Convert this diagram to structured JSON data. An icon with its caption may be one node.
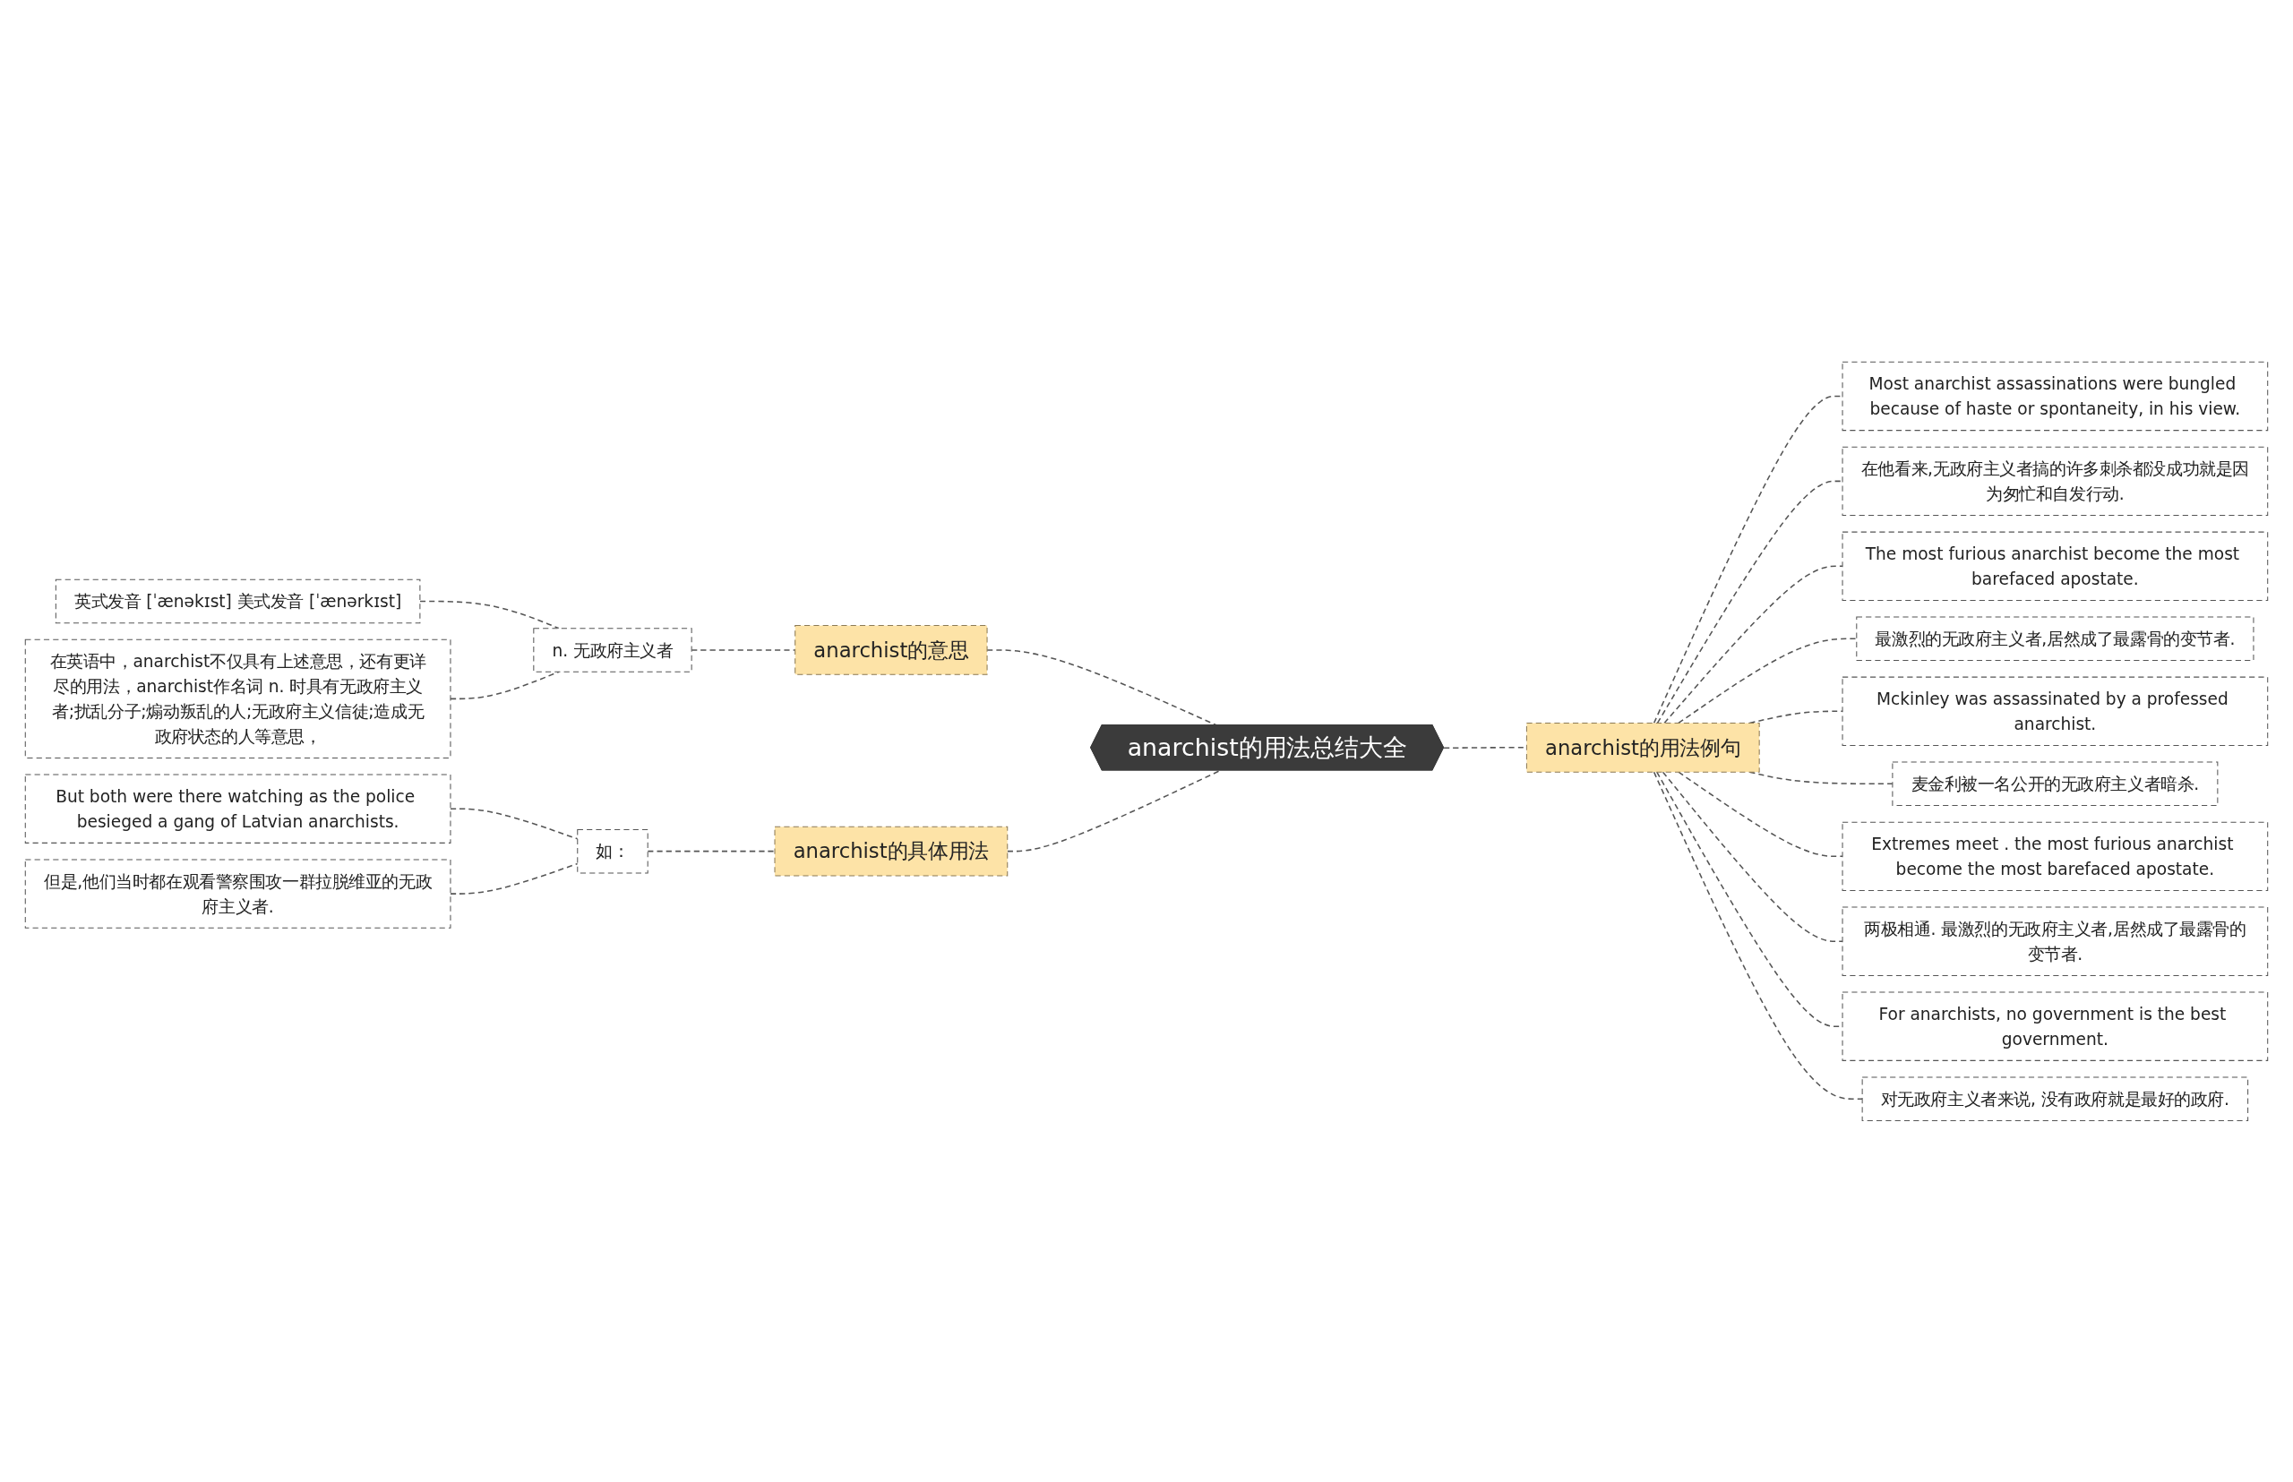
{
  "diagram": {
    "nodes": [
      {
        "text": [
          "anarchist的用法总结大全"
        ]
      },
      {
        "text": [
          "anarchist的意思"
        ]
      },
      {
        "text": [
          "n. 无政府主义者"
        ]
      },
      {
        "text": [
          "英式发音 [ˈænəkɪst] 美式发音 [ˈænərkɪst]"
        ]
      },
      {
        "text": [
          "在英语中，anarchist不仅具有上述意思，还有更详尽的用法，anarchist作名词 n. 时具有无政府主义者;扰乱分子;煽动叛乱的人;无政府主义信徒;造成无政府状态的人等意思，"
        ]
      },
      {
        "text": [
          "anarchist的用法例句"
        ]
      },
      {
        "text": [
          "Most anarchist assassinations were bungled because of haste or spontaneity, in his view."
        ]
      },
      {
        "text": [
          "在他看来,无政府主义者搞的许多刺杀都没成功就是因为匆忙和自发行动."
        ]
      },
      {
        "text": [
          "The most furious anarchist become the most barefaced apostate."
        ]
      },
      {
        "text": [
          "最激烈的无政府主义者,居然成了最露骨的变节者."
        ]
      },
      {
        "text": [
          "Mckinley was assassinated by a professed anarchist."
        ]
      },
      {
        "text": [
          "麦金利被一名公开的无政府主义者暗杀."
        ]
      },
      {
        "text": [
          "Extremes meet . the most furious anarchist become the most barefaced apostate."
        ]
      },
      {
        "text": [
          "两极相通. 最激烈的无政府主义者,居然成了最露骨的变节者."
        ]
      },
      {
        "text": [
          "For anarchists, no government is the best government."
        ]
      },
      {
        "text": [
          "对无政府主义者来说, 没有政府就是最好的政府."
        ]
      },
      {
        "text": [
          "anarchist的具体用法"
        ]
      },
      {
        "text": [
          "如："
        ]
      },
      {
        "text": [
          "But both were there watching as the police besieged a gang of Latvian anarchists."
        ]
      },
      {
        "text": [
          "但是,他们当时都在观看警察围攻一群拉脱维亚的无政府主义者."
        ]
      }
    ],
    "edges": [
      {
        "from": 0,
        "to": 1,
        "arrow": "none",
        "style": "dashed"
      },
      {
        "from": 1,
        "to": 2,
        "arrow": "none",
        "style": "dashed"
      },
      {
        "from": 2,
        "to": 3,
        "arrow": "none",
        "style": "dashed"
      },
      {
        "from": 2,
        "to": 4,
        "arrow": "none",
        "style": "dashed"
      },
      {
        "from": 0,
        "to": 5,
        "arrow": "none",
        "style": "dashed"
      },
      {
        "from": 5,
        "to": 6,
        "arrow": "none",
        "style": "dashed"
      },
      {
        "from": 5,
        "to": 7,
        "arrow": "none",
        "style": "dashed"
      },
      {
        "from": 5,
        "to": 8,
        "arrow": "none",
        "style": "dashed"
      },
      {
        "from": 5,
        "to": 9,
        "arrow": "none",
        "style": "dashed"
      },
      {
        "from": 5,
        "to": 10,
        "arrow": "none",
        "style": "dashed"
      },
      {
        "from": 5,
        "to": 11,
        "arrow": "none",
        "style": "dashed"
      },
      {
        "from": 5,
        "to": 12,
        "arrow": "none",
        "style": "dashed"
      },
      {
        "from": 5,
        "to": 13,
        "arrow": "none",
        "style": "dashed"
      },
      {
        "from": 5,
        "to": 14,
        "arrow": "none",
        "style": "dashed"
      },
      {
        "from": 5,
        "to": 15,
        "arrow": "none",
        "style": "dashed"
      },
      {
        "from": 0,
        "to": 16,
        "arrow": "none",
        "style": "dashed"
      },
      {
        "from": 16,
        "to": 17,
        "arrow": "none",
        "style": "dashed"
      },
      {
        "from": 17,
        "to": 18,
        "arrow": "none",
        "style": "dashed"
      },
      {
        "from": 17,
        "to": 19,
        "arrow": "none",
        "style": "dashed"
      }
    ]
  }
}
